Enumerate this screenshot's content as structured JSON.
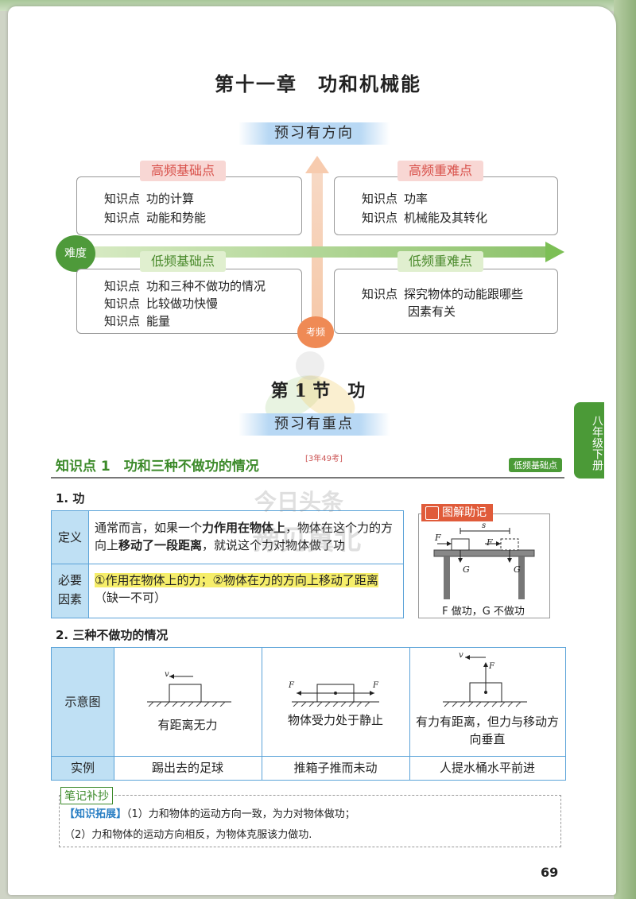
{
  "chapter_title": "第十一章　功和机械能",
  "preview_direction": "预习有方向",
  "axis": {
    "difficulty": "难度",
    "frequency": "考频"
  },
  "quadrants": {
    "high_basic": {
      "label": "高频基础点",
      "items": [
        {
          "k": "知识点",
          "t": "功的计算"
        },
        {
          "k": "知识点",
          "t": "动能和势能"
        }
      ]
    },
    "high_hard": {
      "label": "高频重难点",
      "items": [
        {
          "k": "知识点",
          "t": "功率"
        },
        {
          "k": "知识点",
          "t": "机械能及其转化"
        }
      ]
    },
    "low_basic": {
      "label": "低频基础点",
      "items": [
        {
          "k": "知识点",
          "t": "功和三种不做功的情况"
        },
        {
          "k": "知识点",
          "t": "比较做功快慢"
        },
        {
          "k": "知识点",
          "t": "能量"
        }
      ]
    },
    "low_hard": {
      "label": "低频重难点",
      "items": [
        {
          "k": "知识点",
          "t": "探究物体的动能跟哪些"
        },
        {
          "k": "",
          "t": "因素有关"
        }
      ]
    }
  },
  "section_title": "第 1 节　功",
  "preview_key": "预习有重点",
  "knowledge_point": {
    "title": "知识点 1　功和三种不做功的情况",
    "note": "[3年49考]",
    "tag": "低频基础点"
  },
  "sub1": "1. 功",
  "definition": {
    "label": "定义",
    "text_parts": [
      "通常而言，如果一个",
      "力作用在物体上",
      "，物体在这个力的方向上",
      "移动了一段距离",
      "，就说这个力对物体做了功"
    ]
  },
  "elements": {
    "label_1": "必要",
    "label_2": "因素",
    "highlight": "①作用在物体上的力；②物体在力的方向上移动了距离",
    "rest": "（缺一不可）"
  },
  "figure": {
    "tag": "图解助记",
    "caption": "F 做功，G 不做功",
    "labels": {
      "F": "F",
      "s": "s",
      "G": "G"
    }
  },
  "sub2": "2. 三种不做功的情况",
  "cases": {
    "row1_label": "示意图",
    "row2_label": "实例",
    "captions": [
      "有距离无力",
      "物体受力处于静止",
      "有力有距离，但力与移动方向垂直"
    ],
    "examples": [
      "踢出去的足球",
      "推箱子推而未动",
      "人提水桶水平前进"
    ],
    "labels": {
      "v": "v",
      "F1": "F",
      "F2": "F",
      "F": "F"
    }
  },
  "notes": {
    "title": "笔记补抄",
    "tag": "【知识拓展】",
    "line1": "（1）力和物体的运动方向一致，为力对物体做功；",
    "line2": "（2）力和物体的运动方向相反，为物体克服该力做功."
  },
  "side_tab": "八年级下册",
  "page_number": "69",
  "watermark": {
    "line1": "今日头条",
    "line2": "豫见冀北"
  }
}
